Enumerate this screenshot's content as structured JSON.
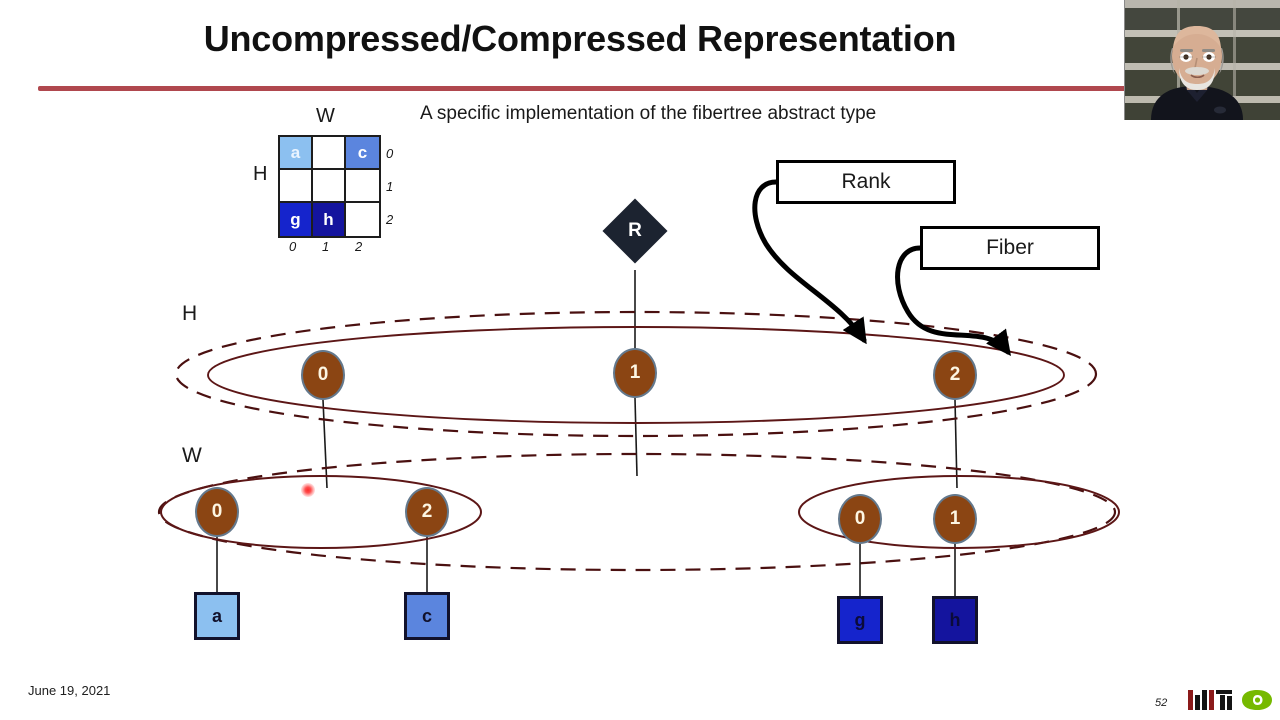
{
  "slide": {
    "title": "Uncompressed/Compressed Representation",
    "subtitle": "A specific implementation of the fibertree abstract type",
    "date": "June 19, 2021",
    "number": "52",
    "rule_color": "#b0484e"
  },
  "matrix": {
    "col_axis_label": "W",
    "row_axis_label": "H",
    "row_indices": [
      "0",
      "1",
      "2"
    ],
    "col_indices": [
      "0",
      "1",
      "2"
    ],
    "cells": [
      [
        {
          "text": "a",
          "fill": "#8cc0f0",
          "color": "#eaf4ff"
        },
        {
          "text": "",
          "fill": "#ffffff",
          "color": "#1a1a1a"
        },
        {
          "text": "c",
          "fill": "#5b85de",
          "color": "#ffffff"
        }
      ],
      [
        {
          "text": "",
          "fill": "#ffffff",
          "color": "#1a1a1a"
        },
        {
          "text": "",
          "fill": "#ffffff",
          "color": "#1a1a1a"
        },
        {
          "text": "",
          "fill": "#ffffff",
          "color": "#1a1a1a"
        }
      ],
      [
        {
          "text": "g",
          "fill": "#1524cc",
          "color": "#ffffff"
        },
        {
          "text": "h",
          "fill": "#14149e",
          "color": "#ffffff"
        },
        {
          "text": "",
          "fill": "#ffffff",
          "color": "#1a1a1a"
        }
      ]
    ]
  },
  "callouts": {
    "rank": "Rank",
    "fiber": "Fiber"
  },
  "tree": {
    "root": {
      "label": "R"
    },
    "ranks": [
      {
        "name": "H",
        "label": "H"
      },
      {
        "name": "W",
        "label": "W"
      }
    ],
    "h_nodes": [
      {
        "label": "0"
      },
      {
        "label": "1"
      },
      {
        "label": "2"
      }
    ],
    "w_nodes_left": [
      {
        "label": "0"
      },
      {
        "label": "2"
      }
    ],
    "w_nodes_right": [
      {
        "label": "0"
      },
      {
        "label": "1"
      }
    ],
    "leaves": [
      {
        "text": "a",
        "fill": "#8cc0f0",
        "color": "#12122c"
      },
      {
        "text": "c",
        "fill": "#5b85de",
        "color": "#12122c"
      },
      {
        "text": "g",
        "fill": "#1524cc",
        "color": "#0b0b3a"
      },
      {
        "text": "h",
        "fill": "#14149e",
        "color": "#0b0b3a"
      }
    ],
    "fiber_outline_color": "#5c1616",
    "node_fill": "#8b4513",
    "node_border": "#63788c"
  },
  "logos": {
    "mit": "mit-logo",
    "nvidia": "nvidia-logo"
  },
  "webcam": {
    "label": "presenter-video"
  }
}
